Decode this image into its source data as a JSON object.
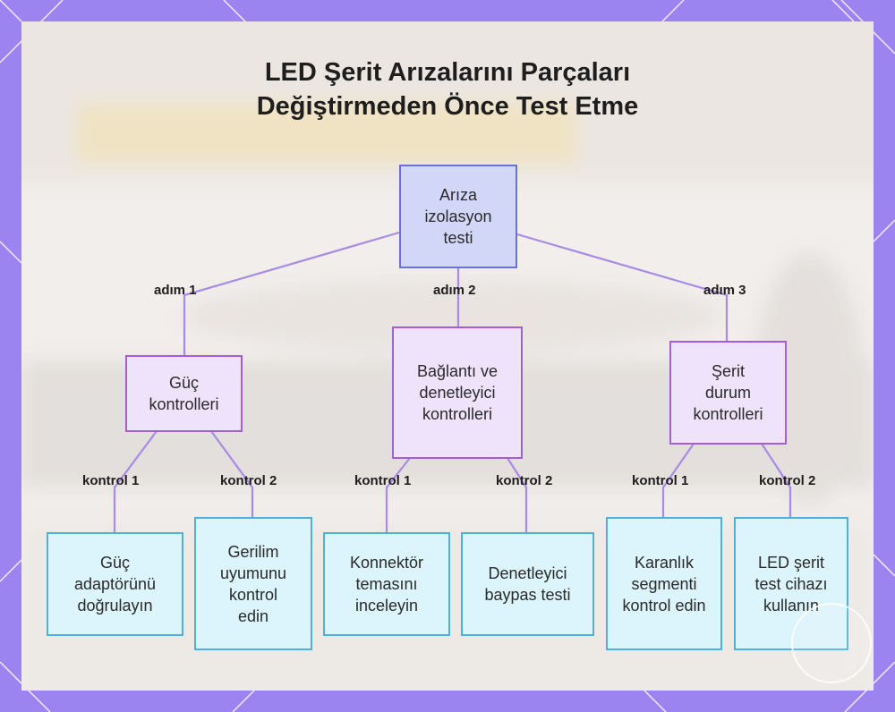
{
  "title": {
    "line1": "LED Şerit Arızalarını Parçaları",
    "line2": "Değiştirmeden Önce Test Etme"
  },
  "root": {
    "label": "Arıza izolasyon testi"
  },
  "steps": [
    {
      "edge_label": "adım 1",
      "label": "Güç kontrolleri"
    },
    {
      "edge_label": "adım 2",
      "label": "Bağlantı ve denetleyici kontrolleri"
    },
    {
      "edge_label": "adım 3",
      "label": "Şerit durum kontrolleri"
    }
  ],
  "checks": [
    {
      "edge_label": "kontrol 1",
      "label": "Güç adaptörünü doğrulayın"
    },
    {
      "edge_label": "kontrol 2",
      "label": "Gerilim uyumunu kontrol edin"
    },
    {
      "edge_label": "kontrol 1",
      "label": "Konnektör temasını inceleyin"
    },
    {
      "edge_label": "kontrol 2",
      "label": "Denetleyici baypas testi"
    },
    {
      "edge_label": "kontrol 1",
      "label": "Karanlık segmenti kontrol edin"
    },
    {
      "edge_label": "kontrol 2",
      "label": "LED şerit test cihazı kullanın"
    }
  ],
  "colors": {
    "frame": "#9c84f0",
    "edge": "#a78be6",
    "root_fill": "#d2d6f7",
    "step_fill": "#eee3fb",
    "check_fill": "#dcf4fb"
  }
}
